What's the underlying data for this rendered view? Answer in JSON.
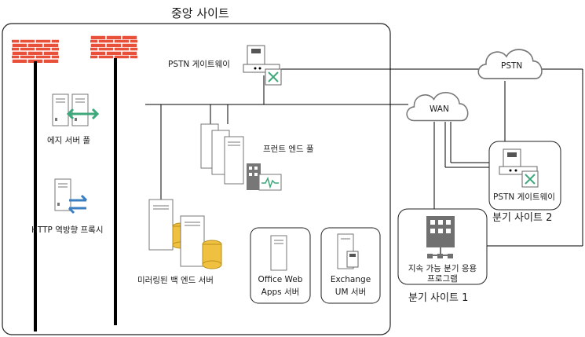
{
  "site": {
    "central_title": "중앙 사이트",
    "branch1_title": "분기 사이트 1",
    "branch2_title": "분기 사이트 2"
  },
  "labels": {
    "pstn_gateway": "PSTN 게이트웨이",
    "edge_pool": "에지 서버 풀",
    "http_proxy": "HTTP 역방향 프록시",
    "front_end_pool": "프런트 엔드 풀",
    "mirrored_backend": "미러링된 백 엔드 서버",
    "office_web_apps_1": "Office Web",
    "office_web_apps_2": "Apps 서버",
    "exchange_um_1": "Exchange",
    "exchange_um_2": "UM 서버",
    "wan": "WAN",
    "pstn_cloud": "PSTN",
    "branch2_gateway": "PSTN 게이트웨이",
    "sba_1": "지속 가능 분기 응용",
    "sba_2": "프로그램"
  },
  "colors": {
    "firewall": "#e8503a",
    "mortar": "#ffffff",
    "server_fill": "#ffffff",
    "server_stroke": "#7a7a7a",
    "arrow_green": "#3fa87a",
    "arrow_blue": "#3c7fc1",
    "database": "#f0c040",
    "building": "#707070",
    "line": "#000000"
  }
}
